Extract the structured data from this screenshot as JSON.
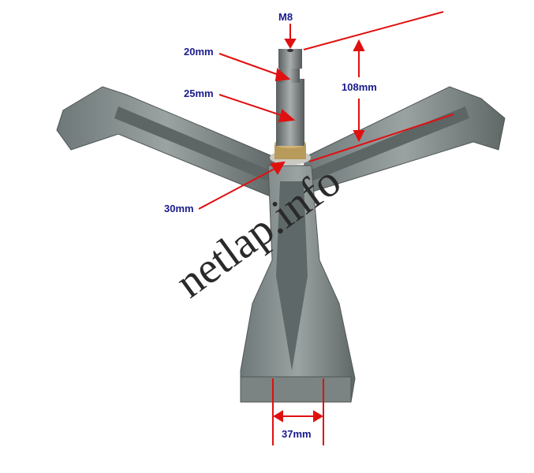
{
  "labels": {
    "m8": "M8",
    "d20": "20mm",
    "d25": "25mm",
    "d30": "30mm",
    "h108": "108mm",
    "w37": "37mm"
  },
  "watermark": "netlap.info",
  "colors": {
    "annotation": "#e01010",
    "label": "#1a1a8c",
    "metal": "#7d8585",
    "bushing": "#b89a5a"
  }
}
